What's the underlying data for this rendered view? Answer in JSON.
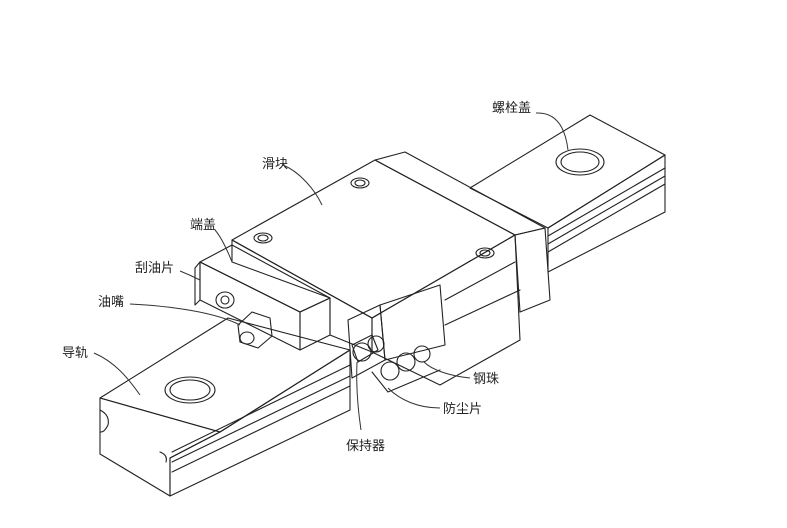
{
  "labels": {
    "end_seal_screw_cap": "螺栓盖",
    "slider": "滑块",
    "end_cap": "端盖",
    "scraper": "刮油片",
    "grease_nipple": "油嘴",
    "guide_rail": "导轨",
    "retainer": "保持器",
    "dust_seal": "防尘片",
    "steel_ball": "钢珠"
  },
  "colors": {
    "line": "#222222",
    "fill_light": "#f4f4f4",
    "fill_mid": "#e6e6e6",
    "fill_dark": "#cfcfcf",
    "background": "#ffffff"
  }
}
